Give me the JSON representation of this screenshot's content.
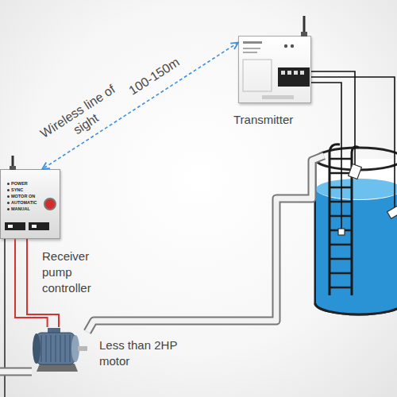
{
  "diagram": {
    "nodes": [
      {
        "text": [
          "Transmitter"
        ]
      },
      {
        "text": [
          "Receiver pump controller",
          "POWER",
          "SYNC",
          "MOTOR ON",
          "AUTOMATIC",
          "MANUAL"
        ]
      },
      {
        "text": [
          "Less than 2HP motor"
        ]
      }
    ],
    "edges": [
      {
        "from": 0,
        "to": 1,
        "label": "100-150m",
        "arrow": "both"
      },
      {
        "from": 1,
        "to": 2,
        "arrow": "none"
      }
    ],
    "labels": [
      "Wireless line of sight"
    ]
  }
}
